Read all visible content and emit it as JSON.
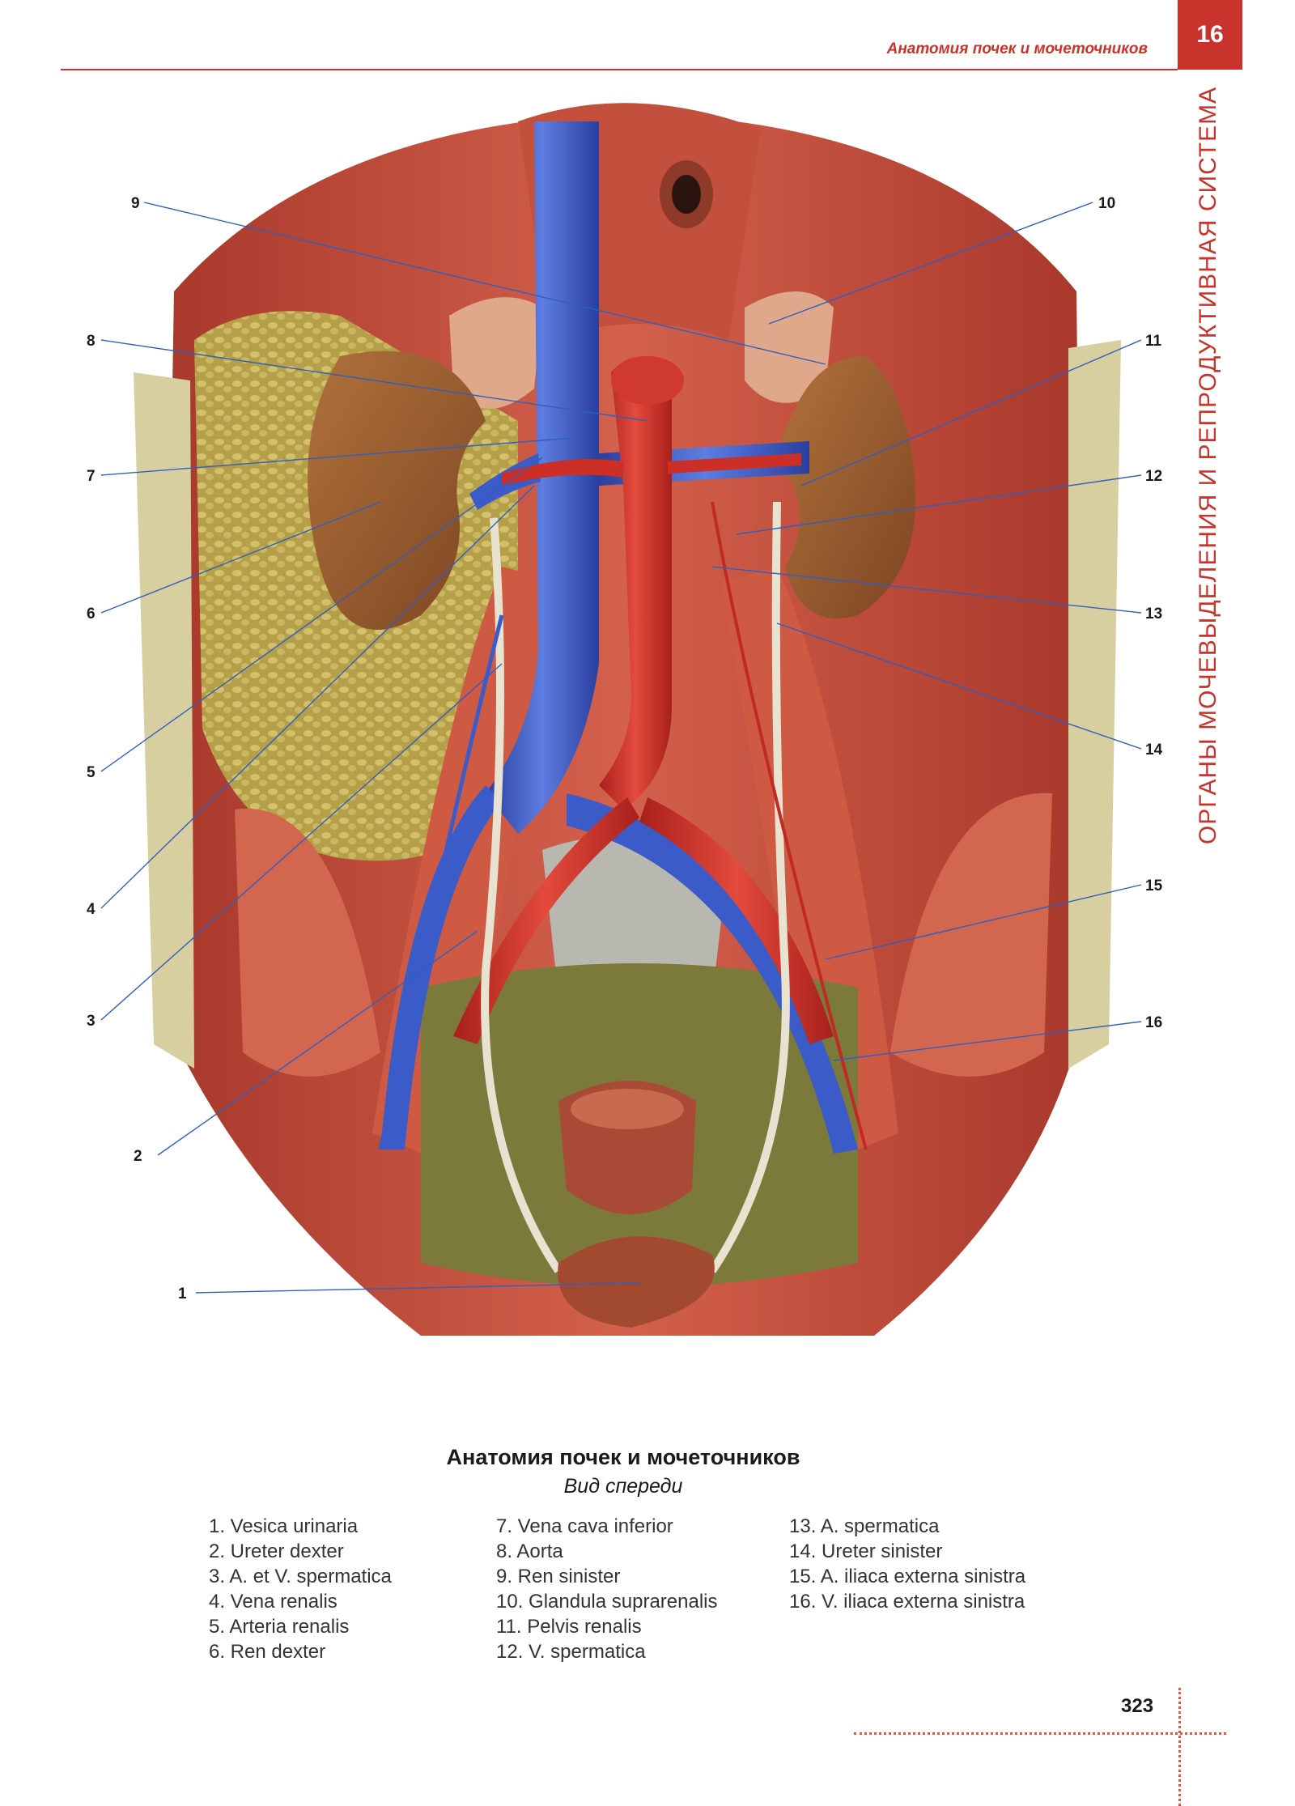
{
  "header": {
    "title": "Анатомия почек и мочеточников",
    "chapter": "16",
    "side_banner": "ОРГАНЫ МОЧЕВЫДЕЛЕНИЯ И РЕПРОДУКТИВНАЯ СИСТЕМА"
  },
  "figure": {
    "callouts": [
      "1",
      "2",
      "3",
      "4",
      "5",
      "6",
      "7",
      "8",
      "9",
      "10",
      "11",
      "12",
      "13",
      "14",
      "15",
      "16"
    ],
    "caption_title": "Анатомия почек и мочеточников",
    "caption_subtitle": "Вид спереди",
    "legend": [
      [
        "1. Vesica urinaria",
        "2. Ureter dexter",
        "3. A. et V. spermatica",
        "4. Vena renalis",
        "5. Arteria renalis",
        "6. Ren dexter"
      ],
      [
        "7. Vena cava inferior",
        "8. Aorta",
        "9. Ren sinister",
        "10. Glandula suprarenalis",
        "11. Pelvis renalis",
        "12. V. spermatica"
      ],
      [
        "13. A. spermatica",
        "14. Ureter sinister",
        "15. A. iliaca externa sinistra",
        "16. V. iliaca externa sinistra"
      ]
    ]
  },
  "footer": {
    "page_number": "323"
  },
  "colors": {
    "accent": "#c8332b",
    "artery": "#d2322a",
    "vein": "#3b5bc9",
    "muscle": "#c9503f",
    "kidney": "#9a5a2e",
    "fat": "#b8a24a"
  }
}
